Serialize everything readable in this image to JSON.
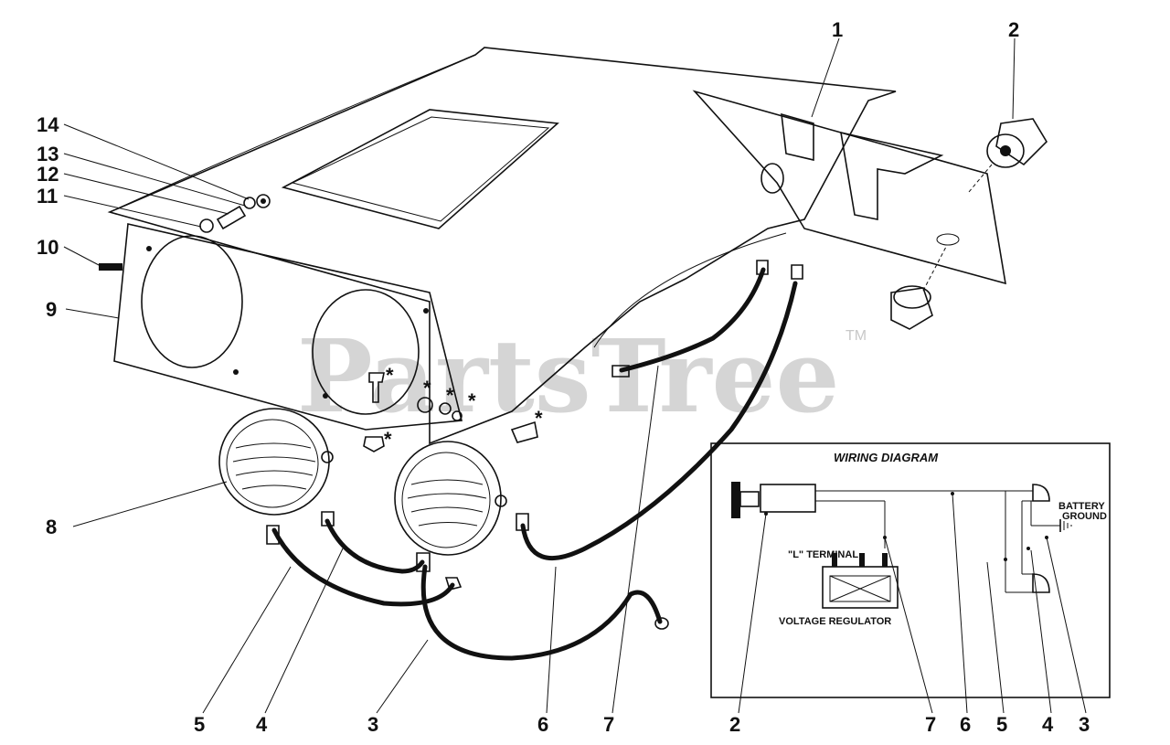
{
  "watermark": {
    "brand": "PartsTree",
    "trademark": "TM"
  },
  "wiring_diagram": {
    "title": "WIRING DIAGRAM",
    "battery_label_line1": "BATTERY",
    "battery_label_line2": "GROUND",
    "terminal_label": "\"L\" TERMINAL",
    "regulator_label": "VOLTAGE  REGULATOR",
    "callouts": [
      "2",
      "7",
      "6",
      "5",
      "4",
      "3"
    ]
  },
  "callouts": {
    "c1": "1",
    "c2": "2",
    "c3": "3",
    "c4": "4",
    "c5": "5",
    "c6": "6",
    "c7": "7",
    "c8": "8",
    "c9": "9",
    "c10": "10",
    "c11": "11",
    "c12": "12",
    "c13": "13",
    "c14": "14"
  },
  "markers": {
    "asterisk": "*"
  }
}
